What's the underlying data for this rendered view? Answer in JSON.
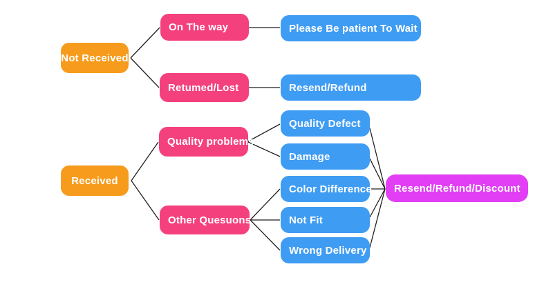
{
  "diagram": {
    "type": "flowchart",
    "background": "#ffffff",
    "colors": {
      "root": "#F79B1D",
      "branch": "#F4417D",
      "leaf": "#3F9CF3",
      "outcome": "#E13EF5",
      "line": "#1f1f1f",
      "text": "#FFFFFF",
      "background": "#FFFFFF"
    },
    "nodes": {
      "not_received": {
        "label": "Not Received"
      },
      "on_the_way": {
        "label": "On The way"
      },
      "returned_lost": {
        "label": "Retumed/Lost"
      },
      "please_wait": {
        "label": "Please Be patient To Wait"
      },
      "resend_refund": {
        "label": "Resend/Refund"
      },
      "received": {
        "label": "Received"
      },
      "quality_problems": {
        "label": "Quality problems"
      },
      "other_questions": {
        "label": "Other Quesuons"
      },
      "quality_defect": {
        "label": "Quality Defect"
      },
      "damage": {
        "label": "Damage"
      },
      "color_difference": {
        "label": "Color Difference"
      },
      "not_fit": {
        "label": "Not Fit"
      },
      "wrong_delivery": {
        "label": "Wrong Delivery"
      },
      "resend_refund_discount": {
        "label": "Resend/Refund/Discount"
      }
    },
    "edges": [
      {
        "from": "not_received",
        "to": "on_the_way"
      },
      {
        "from": "not_received",
        "to": "returned_lost"
      },
      {
        "from": "on_the_way",
        "to": "please_wait"
      },
      {
        "from": "returned_lost",
        "to": "resend_refund"
      },
      {
        "from": "received",
        "to": "quality_problems"
      },
      {
        "from": "received",
        "to": "other_questions"
      },
      {
        "from": "quality_problems",
        "to": "quality_defect"
      },
      {
        "from": "quality_problems",
        "to": "damage"
      },
      {
        "from": "other_questions",
        "to": "color_difference"
      },
      {
        "from": "other_questions",
        "to": "not_fit"
      },
      {
        "from": "other_questions",
        "to": "wrong_delivery"
      },
      {
        "from": "quality_defect",
        "to": "resend_refund_discount"
      },
      {
        "from": "damage",
        "to": "resend_refund_discount"
      },
      {
        "from": "color_difference",
        "to": "resend_refund_discount"
      },
      {
        "from": "not_fit",
        "to": "resend_refund_discount"
      },
      {
        "from": "wrong_delivery",
        "to": "resend_refund_discount"
      }
    ]
  }
}
